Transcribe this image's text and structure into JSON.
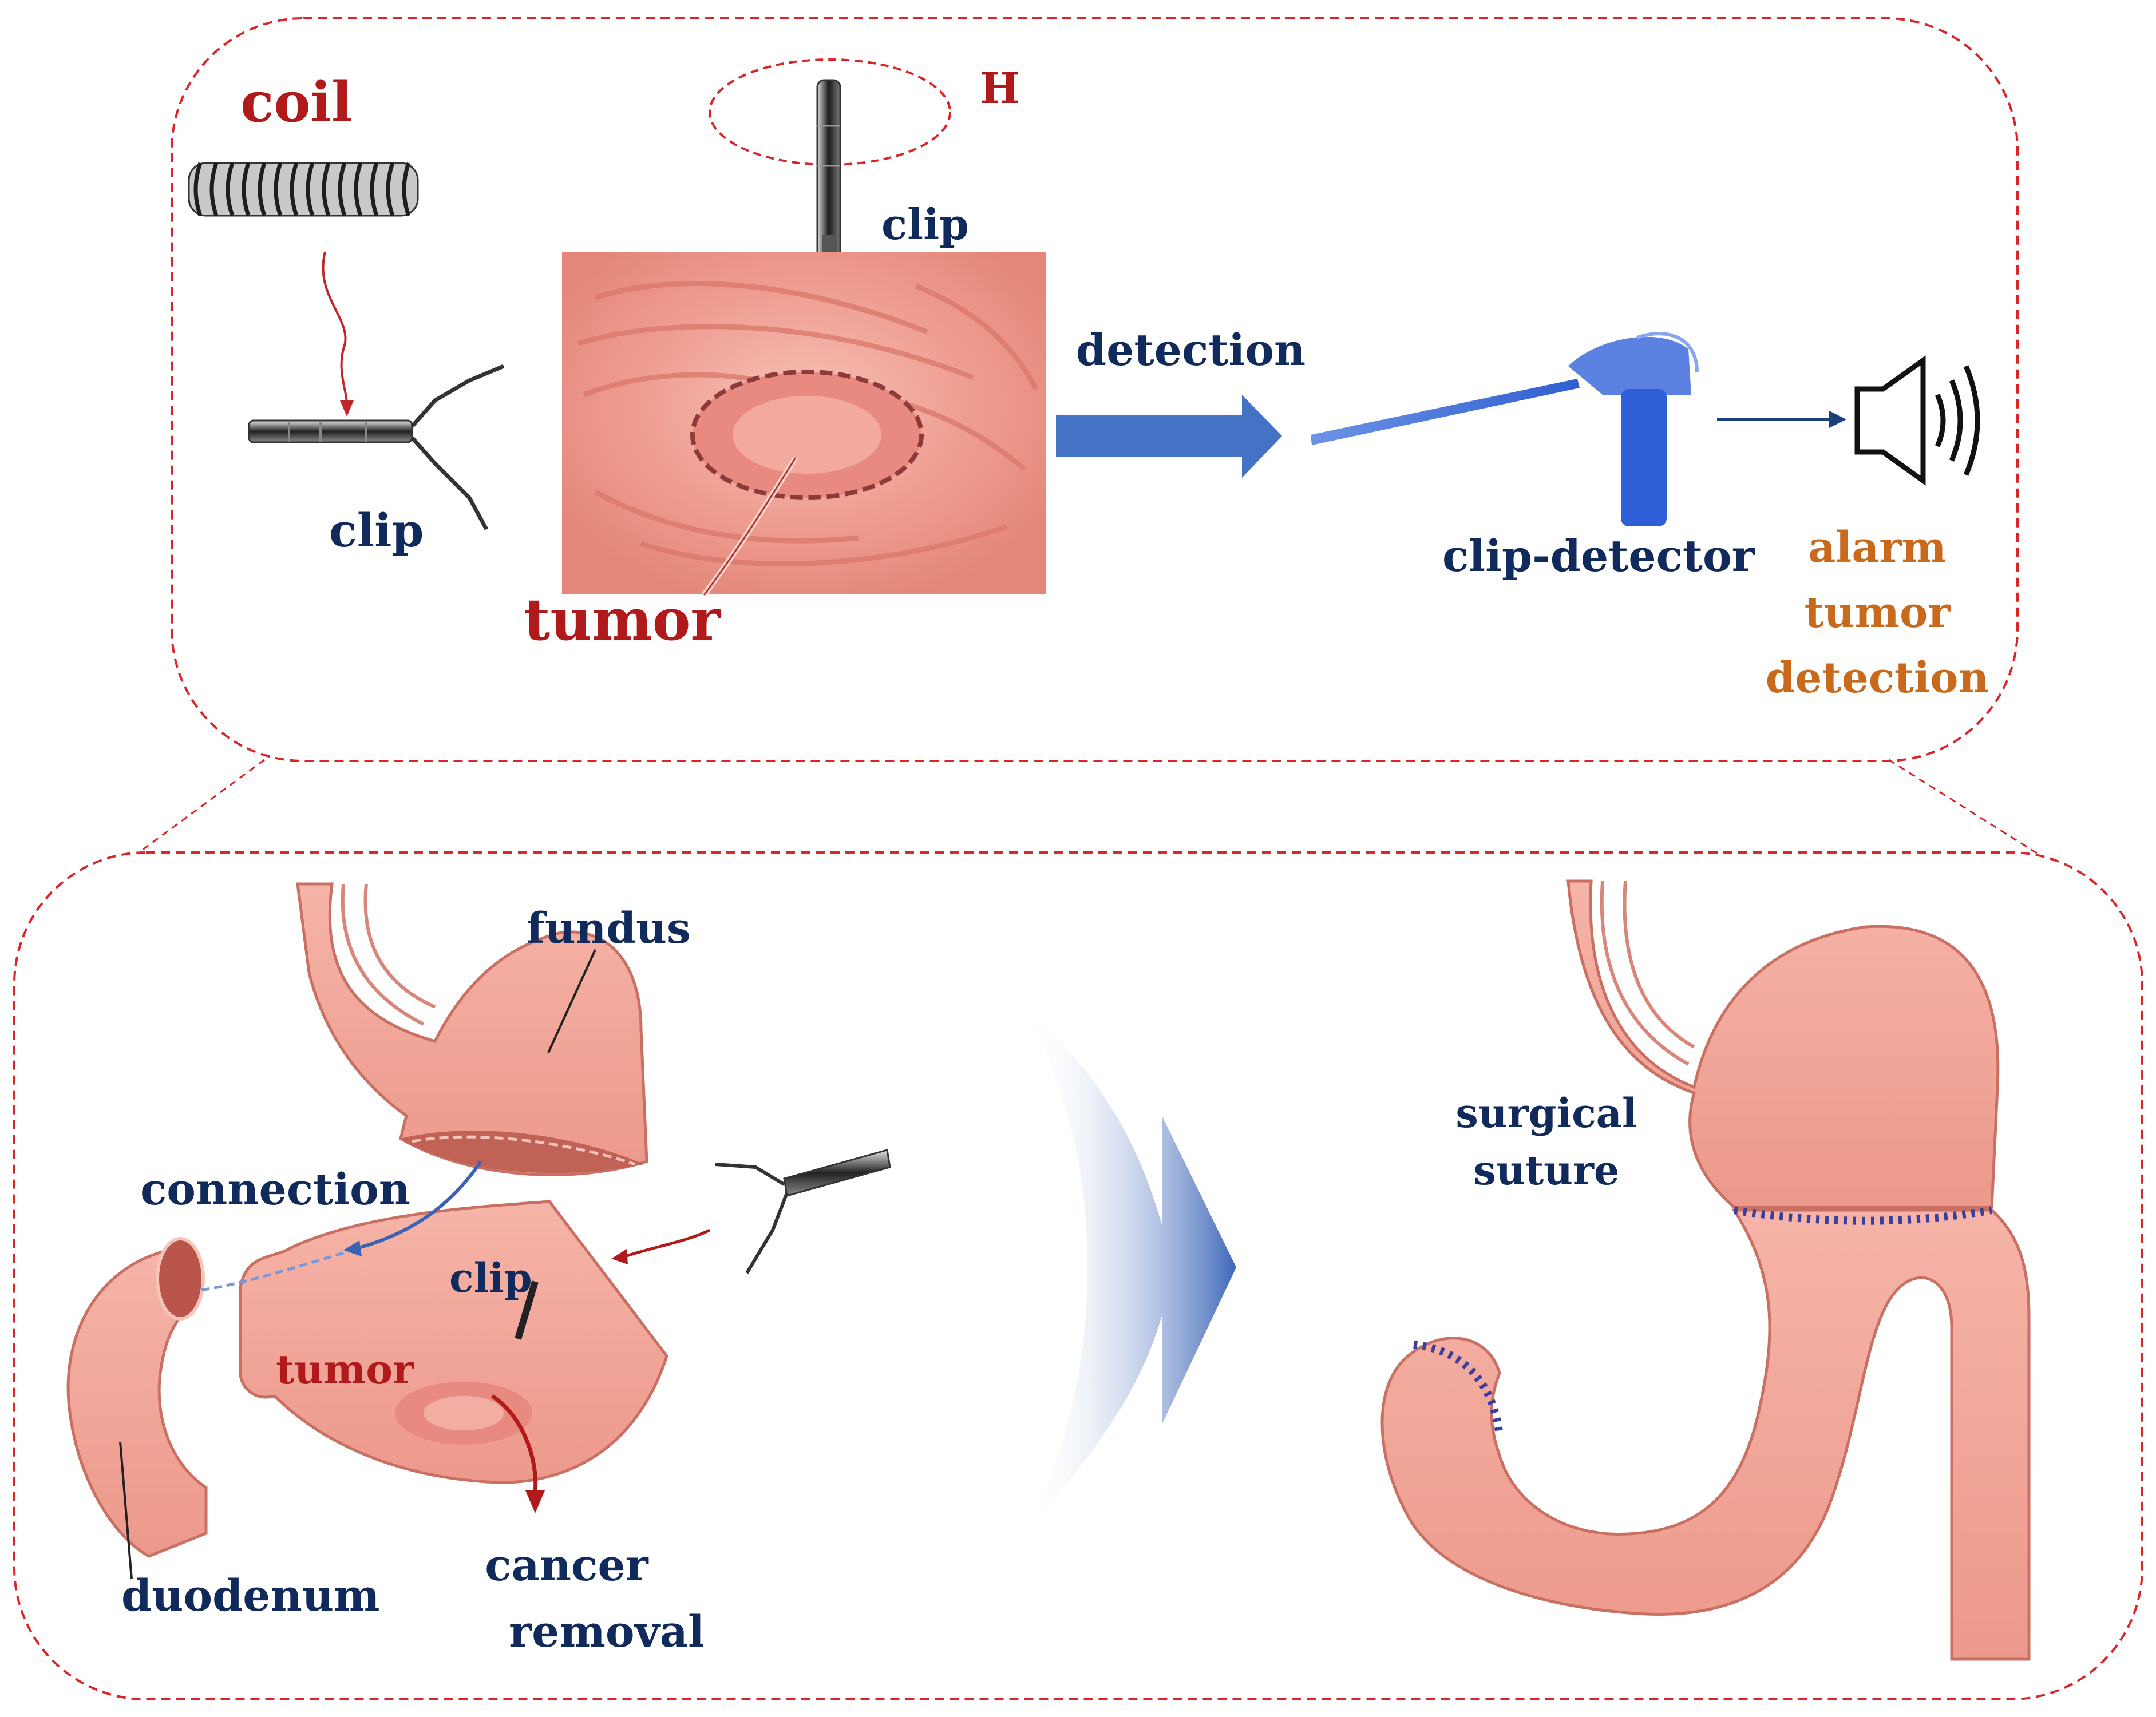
{
  "colors": {
    "dash_red": "#d8262a",
    "label_navy": "#102a5c",
    "label_red": "#b11a1a",
    "label_orange": "#c8691c",
    "blue": "#4472c4",
    "tissue": "#f1a79b",
    "tissue_dark": "#d9776a",
    "suture": "#3b3f9c"
  },
  "top_panel": {
    "coil": "coil",
    "h_label": "H",
    "clip_top": "clip",
    "clip_left": "clip",
    "tumor": "tumor",
    "detection": "detection",
    "clip_detector": "clip-detector",
    "alarm": [
      "alarm",
      "tumor",
      "detection"
    ]
  },
  "bottom_panel": {
    "fundus": "fundus",
    "connection": "connection",
    "clip": "clip",
    "tumor": "tumor",
    "duodenum": "duodenum",
    "cancer_removal": [
      "cancer",
      "removal"
    ],
    "surgical_suture": [
      "surgical",
      "suture"
    ]
  },
  "icons": [
    "coil-icon",
    "clip-icon",
    "tumor-tissue-image",
    "clip-detector-probe-icon",
    "speaker-alarm-icon",
    "stomach-icon",
    "duodenum-icon",
    "gastrectomy-result-icon"
  ]
}
